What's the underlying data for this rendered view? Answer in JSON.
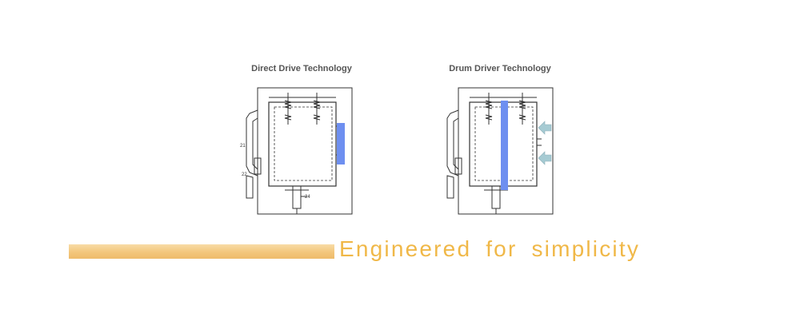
{
  "diagrams": {
    "left": {
      "title": "Direct Drive Technology",
      "labels": [
        "21",
        "22",
        "24"
      ]
    },
    "right": {
      "title": "Drum Driver Technology"
    }
  },
  "tagline": "Engineered  for  simplicity",
  "colors": {
    "highlight": "#6e8ff0",
    "arrow": "#a6cbd3",
    "bar": "#f3c67c",
    "tagline": "#f0b848"
  }
}
